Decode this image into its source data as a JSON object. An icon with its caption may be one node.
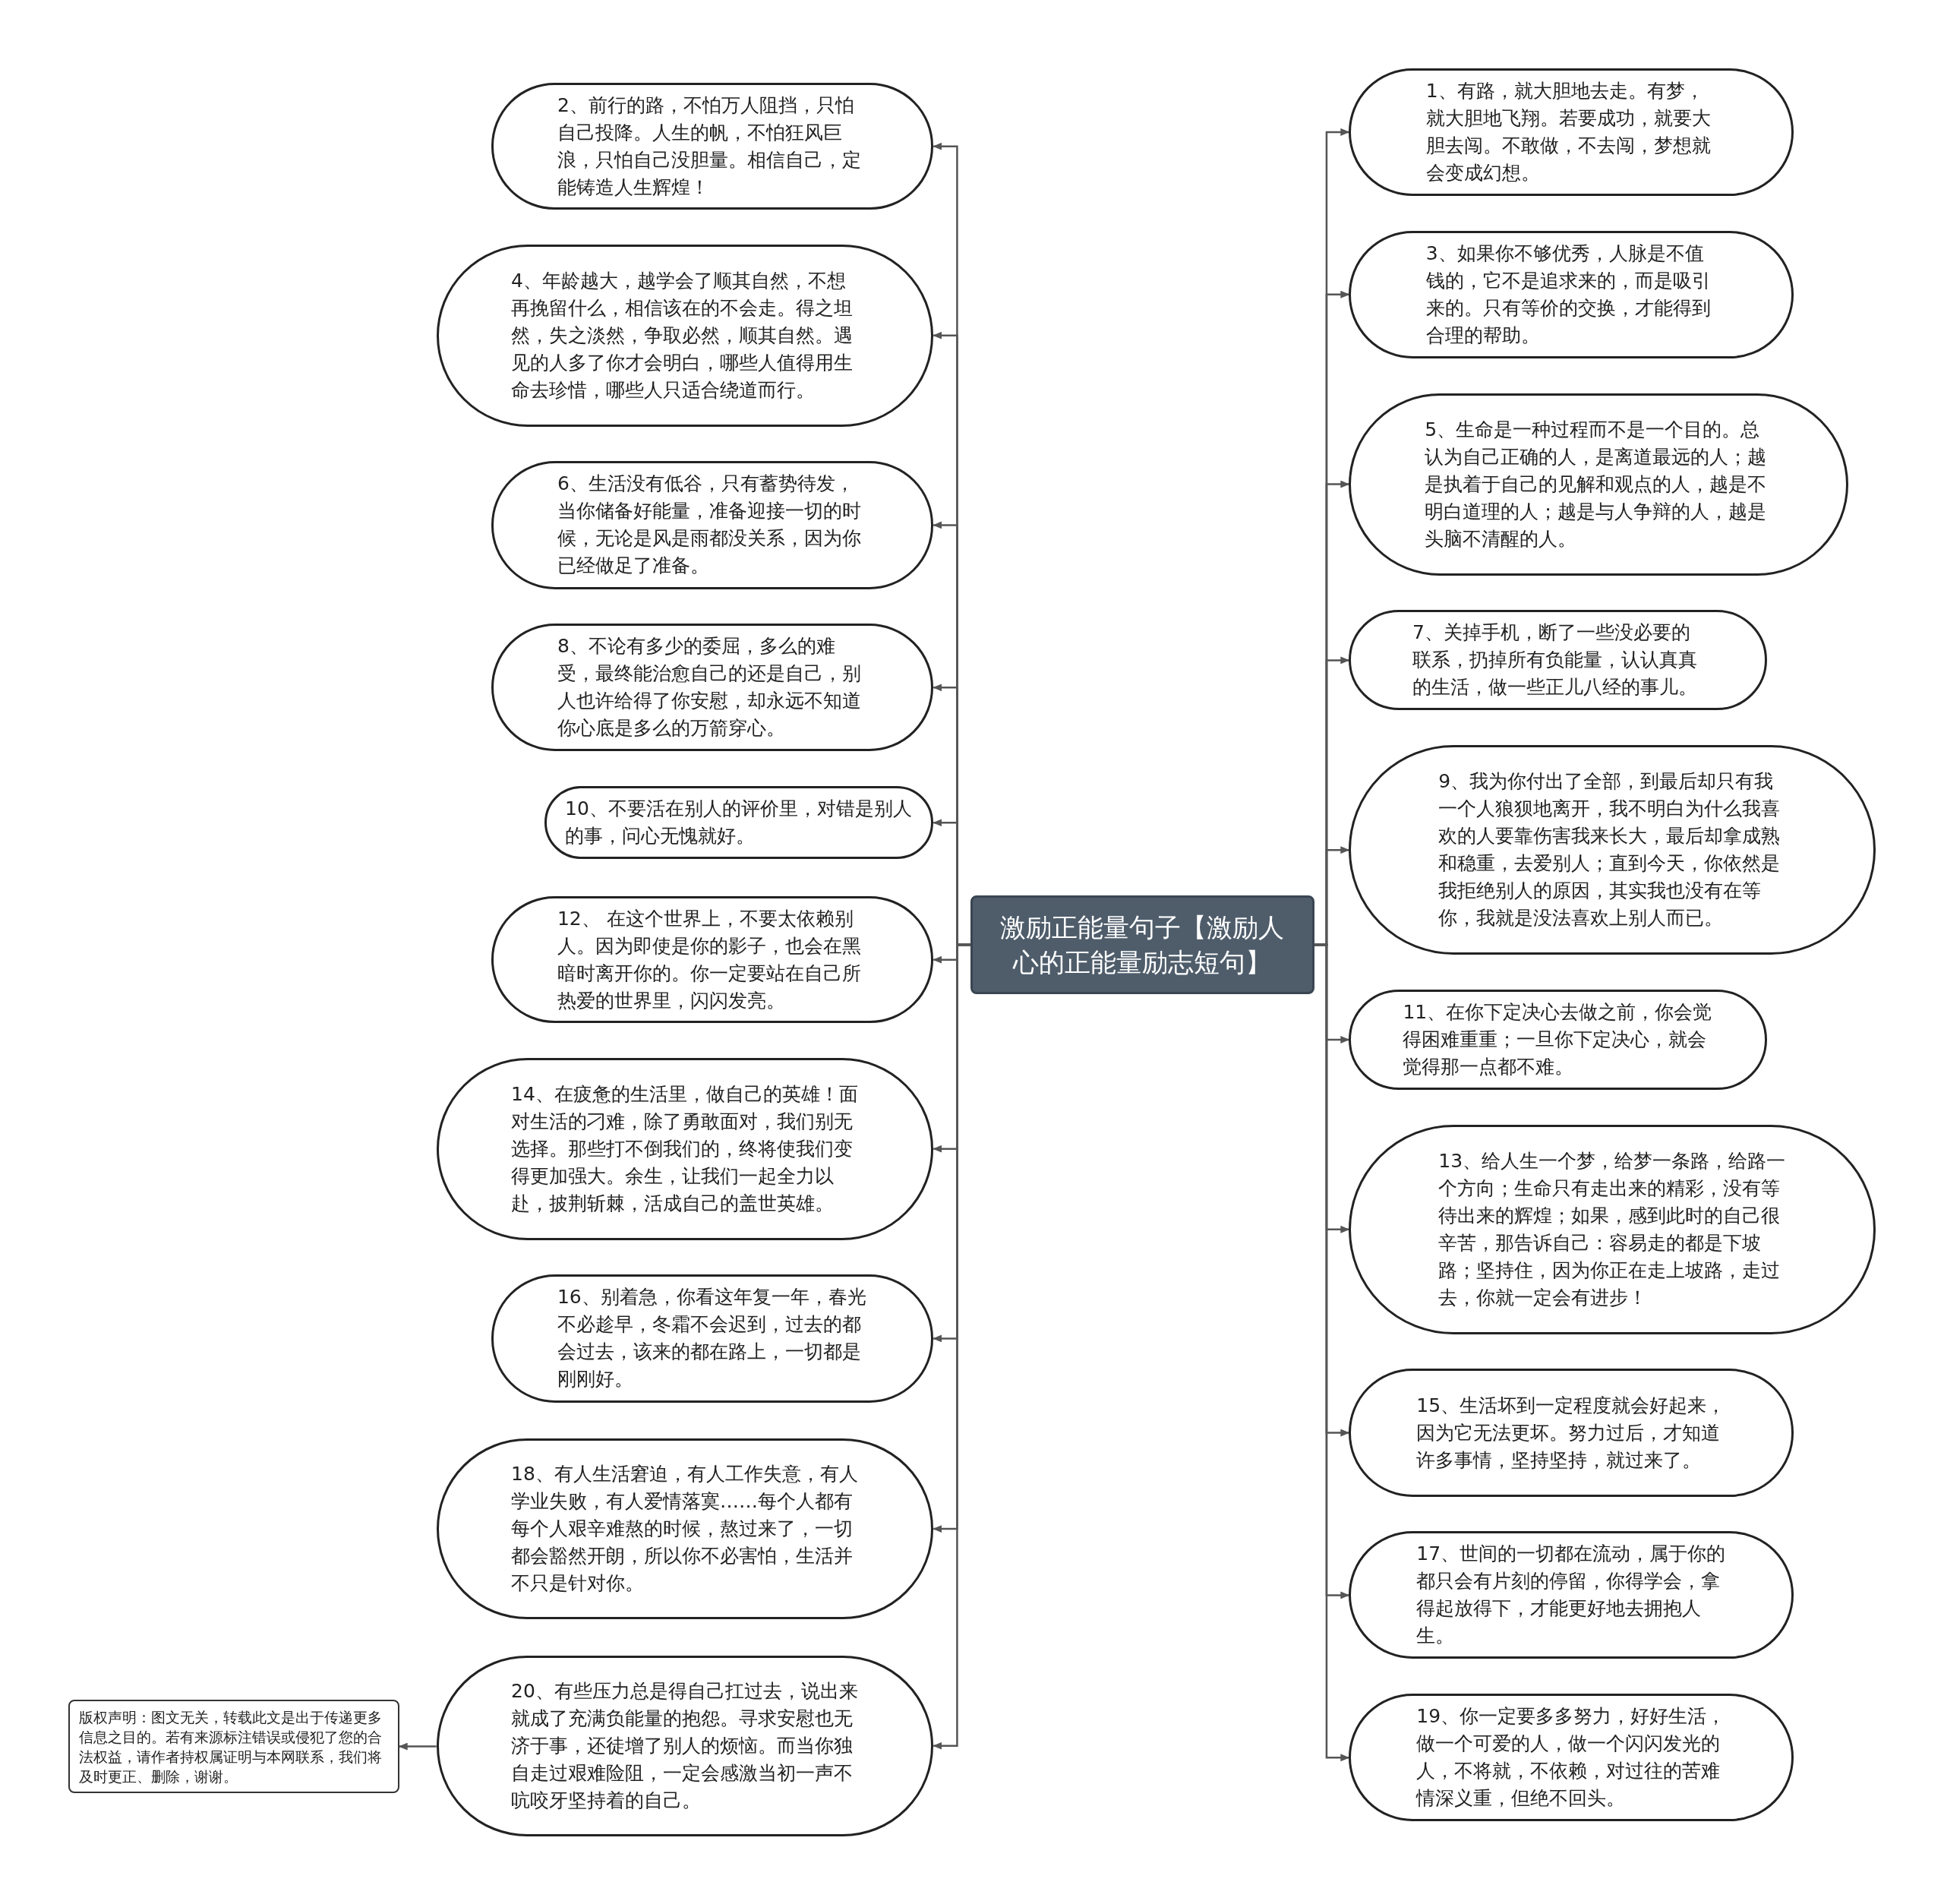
{
  "diagram": {
    "nodes": [
      {
        "text": [
          "激励正能量句子【激励人心的正能量励志短句】"
        ]
      },
      {
        "text": [
          "1、有路，就大胆地去走。有梦，就大胆地飞翔。若要成功，就要大胆去闯。不敢做，不去闯，梦想就会变成幻想。"
        ]
      },
      {
        "text": [
          "2、前行的路，不怕万人阻挡，只怕自己投降。人生的帆，不怕狂风巨浪，只怕自己没胆量。相信自己，定能铸造人生辉煌！"
        ]
      },
      {
        "text": [
          "3、如果你不够优秀，人脉是不值钱的，它不是追求来的，而是吸引来的。只有等价的交换，才能得到合理的帮助。"
        ]
      },
      {
        "text": [
          "4、年龄越大，越学会了顺其自然，不想再挽留什么，相信该在的不会走。得之坦然，失之淡然，争取必然，顺其自然。遇见的人多了你才会明白，哪些人值得用生命去珍惜，哪些人只适合绕道而行。"
        ]
      },
      {
        "text": [
          "5、生命是一种过程而不是一个目的。总认为自己正确的人，是离道最远的人；越是执着于自己的见解和观点的人，越是不明白道理的人；越是与人争辩的人，越是头脑不清醒的人。"
        ]
      },
      {
        "text": [
          "6、生活没有低谷，只有蓄势待发，当你储备好能量，准备迎接一切的时候，无论是风是雨都没关系，因为你已经做足了准备。"
        ]
      },
      {
        "text": [
          "7、关掉手机，断了一些没必要的联系，扔掉所有负能量，认认真真的生活，做一些正儿八经的事儿。"
        ]
      },
      {
        "text": [
          "8、不论有多少的委屈，多么的难受，最终能治愈自己的还是自己，别人也许给得了你安慰，却永远不知道你心底是多么的万箭穿心。"
        ]
      },
      {
        "text": [
          "9、我为你付出了全部，到最后却只有我一个人狼狈地离开，我不明白为什么我喜欢的人要靠伤害我来长大，最后却拿成熟和稳重，去爱别人；直到今天，你依然是我拒绝别人的原因，其实我也没有在等你，我就是没法喜欢上别人而已。"
        ]
      },
      {
        "text": [
          "10、不要活在别人的评价里，对错是别人的事，问心无愧就好。"
        ]
      },
      {
        "text": [
          "11、在你下定决心去做之前，你会觉得困难重重；一旦你下定决心，就会觉得那一点都不难。"
        ]
      },
      {
        "text": [
          "12、 在这个世界上，不要太依赖别人。因为即使是你的影子，也会在黑暗时离开你的。你一定要站在自己所热爱的世界里，闪闪发亮。"
        ]
      },
      {
        "text": [
          "13、给人生一个梦，给梦一条路，给路一个方向；生命只有走出来的精彩，没有等待出来的辉煌；如果，感到此时的自己很辛苦，那告诉自己：容易走的都是下坡路；坚持住，因为你正在走上坡路，走过去，你就一定会有进步！"
        ]
      },
      {
        "text": [
          "14、在疲惫的生活里，做自己的英雄！面对生活的刁难，除了勇敢面对，我们别无选择。那些打不倒我们的，终将使我们变得更加强大。余生，让我们一起全力以赴，披荆斩棘，活成自己的盖世英雄。"
        ]
      },
      {
        "text": [
          "15、生活坏到一定程度就会好起来，因为它无法更坏。努力过后，才知道许多事情，坚持坚持，就过来了。"
        ]
      },
      {
        "text": [
          "16、别着急，你看这年复一年，春光不必趁早，冬霜不会迟到，过去的都会过去，该来的都在路上，一切都是刚刚好。"
        ]
      },
      {
        "text": [
          "17、世间的一切都在流动，属于你的都只会有片刻的停留，你得学会，拿得起放得下，才能更好地去拥抱人生。"
        ]
      },
      {
        "text": [
          "18、有人生活窘迫，有人工作失意，有人学业失败，有人爱情落寞……每个人都有每个人艰辛难熬的时候，熬过来了，一切都会豁然开朗，所以你不必害怕，生活并不只是针对你。"
        ]
      },
      {
        "text": [
          "19、你一定要多多努力，好好生活，做一个可爱的人，做一个闪闪发光的人，不将就，不依赖，对过往的苦难情深义重，但绝不回头。"
        ]
      },
      {
        "text": [
          "20、有些压力总是得自己扛过去，说出来就成了充满负能量的抱怨。寻求安慰也无济于事，还徒增了别人的烦恼。而当你独自走过艰难险阻，一定会感激当初一声不吭咬牙坚持着的自己。"
        ]
      },
      {
        "text": [
          "版权声明：图文无关，转载此文是出于传递更多信息之目的。若有来源标注错误或侵犯了您的合法权益，请作者持权属证明与本网联系，我们将及时更正、删除，谢谢。"
        ]
      }
    ],
    "edges": [
      {
        "from": 0,
        "to": 1,
        "arrow": "to"
      },
      {
        "from": 0,
        "to": 2,
        "arrow": "to"
      },
      {
        "from": 0,
        "to": 3,
        "arrow": "to"
      },
      {
        "from": 0,
        "to": 4,
        "arrow": "to"
      },
      {
        "from": 0,
        "to": 5,
        "arrow": "to"
      },
      {
        "from": 0,
        "to": 6,
        "arrow": "to"
      },
      {
        "from": 0,
        "to": 7,
        "arrow": "to"
      },
      {
        "from": 0,
        "to": 8,
        "arrow": "to"
      },
      {
        "from": 0,
        "to": 9,
        "arrow": "to"
      },
      {
        "from": 0,
        "to": 10,
        "arrow": "to"
      },
      {
        "from": 0,
        "to": 11,
        "arrow": "to"
      },
      {
        "from": 0,
        "to": 12,
        "arrow": "to"
      },
      {
        "from": 0,
        "to": 13,
        "arrow": "to"
      },
      {
        "from": 0,
        "to": 14,
        "arrow": "to"
      },
      {
        "from": 0,
        "to": 15,
        "arrow": "to"
      },
      {
        "from": 0,
        "to": 16,
        "arrow": "to"
      },
      {
        "from": 0,
        "to": 17,
        "arrow": "to"
      },
      {
        "from": 0,
        "to": 18,
        "arrow": "to"
      },
      {
        "from": 0,
        "to": 19,
        "arrow": "to"
      },
      {
        "from": 0,
        "to": 20,
        "arrow": "to"
      },
      {
        "from": 20,
        "to": 21,
        "arrow": "to"
      }
    ]
  }
}
